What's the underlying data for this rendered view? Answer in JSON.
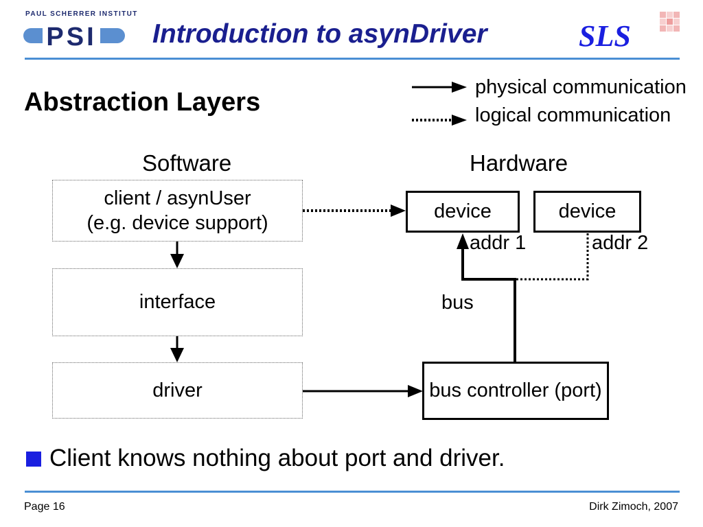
{
  "header": {
    "institute": "PAUL SCHERRER INSTITUT",
    "psi_logo": "PSI",
    "title": "Introduction to asynDriver",
    "sls_logo": "SLS",
    "colors": {
      "title": "#1a1f8f",
      "rule": "#4a8fd4",
      "sls": "#1a1fe0"
    }
  },
  "slide": {
    "section_title": "Abstraction Layers",
    "legend": {
      "physical": "physical communication",
      "logical": "logical communication"
    },
    "software_heading": "Software",
    "hardware_heading": "Hardware",
    "software_layers": {
      "client_line1": "client / asynUser",
      "client_line2": "(e.g. device support)",
      "interface": "interface",
      "driver": "driver"
    },
    "hardware": {
      "device1": "device",
      "device2": "device",
      "addr1": "addr 1",
      "addr2": "addr 2",
      "bus": "bus",
      "bus_controller": "bus controller (port)"
    },
    "bullet": "Client knows nothing about port and driver."
  },
  "footer": {
    "page": "Page 16",
    "author": "Dirk Zimoch, 2007"
  }
}
